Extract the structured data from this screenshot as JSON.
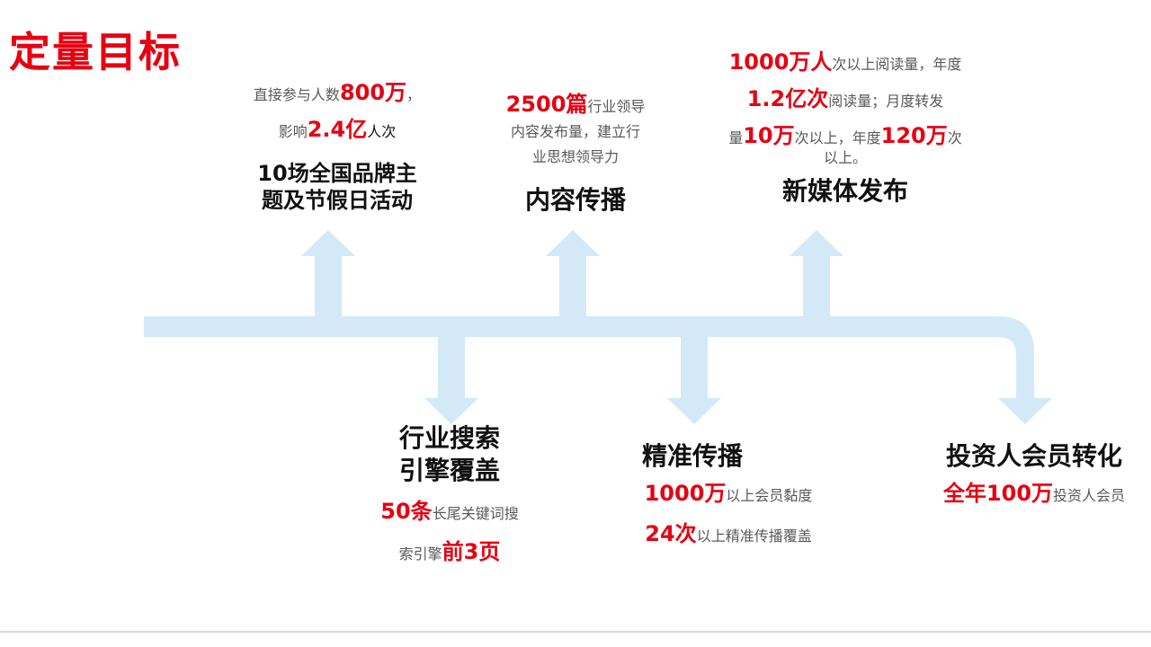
{
  "title": "定量目标",
  "colors": {
    "accent": "#e60012",
    "flow": "#d3e9f7",
    "text": "#111111",
    "muted": "#595959"
  },
  "upper": [
    {
      "heading_l1": "10场全国品牌主",
      "heading_l2": "题及节假日活动",
      "d1_a": "直接参与人数",
      "d1_b": "800万",
      "d1_c": "，",
      "d2_a": "影响",
      "d2_b": "2.4亿",
      "d2_c": "人次"
    },
    {
      "heading": "内容传播",
      "d1_a": "2500篇",
      "d1_b": "行业领导",
      "d2": "内容发布量，建立行",
      "d3": "业思想领导力"
    },
    {
      "heading": "新媒体发布",
      "d1_a": "1000万人",
      "d1_b": "次以上阅读量，年度",
      "d2_a": "1.2亿次",
      "d2_b": "阅读量；月度转发",
      "d3_a": "量",
      "d3_b": "10万",
      "d3_c": "次以上，年度",
      "d3_d": "120万",
      "d3_e": "次",
      "d4": "以上。"
    }
  ],
  "lower": [
    {
      "heading_l1": "行业搜索",
      "heading_l2": "引擎覆盖",
      "d1_a": "50条",
      "d1_b": "长尾关键词搜",
      "d2_a": "索引擎",
      "d2_b": "前3页"
    },
    {
      "heading": "精准传播",
      "d1_a": "1000万",
      "d1_b": "以上会员黏度",
      "d2_a": "24次",
      "d2_b": "以上精准传播覆盖"
    },
    {
      "heading": "投资人会员转化",
      "d1_a": "全年100万",
      "d1_b": "投资人会员"
    }
  ]
}
